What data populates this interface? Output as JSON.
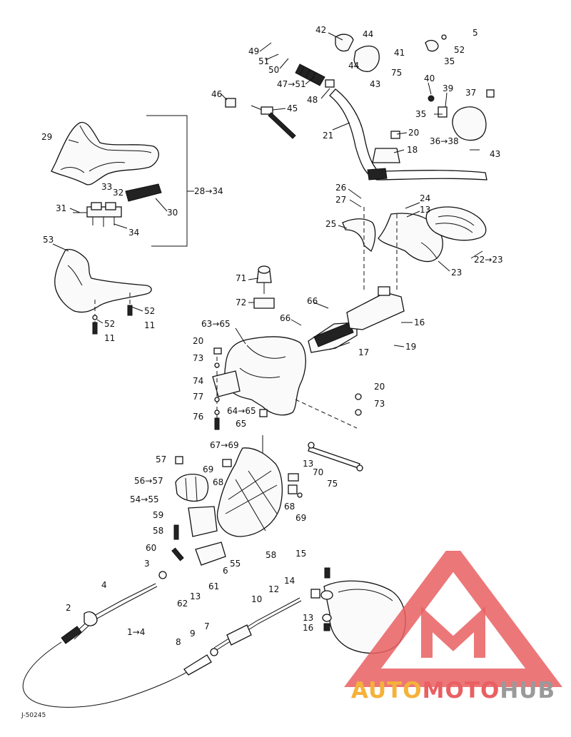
{
  "diagram": {
    "callouts": [
      {
        "id": "c42",
        "text": "42"
      },
      {
        "id": "c44a",
        "text": "44"
      },
      {
        "id": "c5",
        "text": "5"
      },
      {
        "id": "c49",
        "text": "49"
      },
      {
        "id": "c51a",
        "text": "51"
      },
      {
        "id": "c50",
        "text": "50"
      },
      {
        "id": "c41",
        "text": "41"
      },
      {
        "id": "c44b",
        "text": "44"
      },
      {
        "id": "c75a",
        "text": "75"
      },
      {
        "id": "c43a",
        "text": "43"
      },
      {
        "id": "c52a",
        "text": "52"
      },
      {
        "id": "c35a",
        "text": "35"
      },
      {
        "id": "c47",
        "text": "47→51"
      },
      {
        "id": "c48",
        "text": "48"
      },
      {
        "id": "c40",
        "text": "40"
      },
      {
        "id": "c39",
        "text": "39"
      },
      {
        "id": "c37",
        "text": "37"
      },
      {
        "id": "c46",
        "text": "46"
      },
      {
        "id": "c45",
        "text": "45"
      },
      {
        "id": "c35b",
        "text": "35"
      },
      {
        "id": "c36",
        "text": "36→38"
      },
      {
        "id": "c43b",
        "text": "43"
      },
      {
        "id": "c21",
        "text": "21"
      },
      {
        "id": "c20a",
        "text": "20"
      },
      {
        "id": "c18",
        "text": "18"
      },
      {
        "id": "c29",
        "text": "29"
      },
      {
        "id": "c28",
        "text": "28→34"
      },
      {
        "id": "c33",
        "text": "33"
      },
      {
        "id": "c32",
        "text": "32"
      },
      {
        "id": "c31",
        "text": "31"
      },
      {
        "id": "c30",
        "text": "30"
      },
      {
        "id": "c34",
        "text": "34"
      },
      {
        "id": "c26",
        "text": "26"
      },
      {
        "id": "c27",
        "text": "27"
      },
      {
        "id": "c24",
        "text": "24"
      },
      {
        "id": "c13a",
        "text": "13"
      },
      {
        "id": "c25",
        "text": "25"
      },
      {
        "id": "c22",
        "text": "22→23"
      },
      {
        "id": "c23",
        "text": "23"
      },
      {
        "id": "c53",
        "text": "53"
      },
      {
        "id": "c52b",
        "text": "52"
      },
      {
        "id": "c11a",
        "text": "11"
      },
      {
        "id": "c52c",
        "text": "52"
      },
      {
        "id": "c11b",
        "text": "11"
      },
      {
        "id": "c71",
        "text": "71"
      },
      {
        "id": "c72",
        "text": "72"
      },
      {
        "id": "c66a",
        "text": "66"
      },
      {
        "id": "c66b",
        "text": "66"
      },
      {
        "id": "c16a",
        "text": "16"
      },
      {
        "id": "c63",
        "text": "63→65"
      },
      {
        "id": "c17",
        "text": "17"
      },
      {
        "id": "c19",
        "text": "19"
      },
      {
        "id": "c20b",
        "text": "20"
      },
      {
        "id": "c73a",
        "text": "73"
      },
      {
        "id": "c74",
        "text": "74"
      },
      {
        "id": "c77",
        "text": "77"
      },
      {
        "id": "c76",
        "text": "76"
      },
      {
        "id": "c64",
        "text": "64→65"
      },
      {
        "id": "c65",
        "text": "65"
      },
      {
        "id": "c20c",
        "text": "20"
      },
      {
        "id": "c73b",
        "text": "73"
      },
      {
        "id": "c57",
        "text": "57"
      },
      {
        "id": "c67",
        "text": "67→69"
      },
      {
        "id": "c69a",
        "text": "69"
      },
      {
        "id": "c68a",
        "text": "68"
      },
      {
        "id": "c13b",
        "text": "13"
      },
      {
        "id": "c70",
        "text": "70"
      },
      {
        "id": "c75b",
        "text": "75"
      },
      {
        "id": "c56",
        "text": "56→57"
      },
      {
        "id": "c54",
        "text": "54→55"
      },
      {
        "id": "c68b",
        "text": "68"
      },
      {
        "id": "c69b",
        "text": "69"
      },
      {
        "id": "c59",
        "text": "59"
      },
      {
        "id": "c58",
        "text": "58"
      },
      {
        "id": "c60",
        "text": "60"
      },
      {
        "id": "c55",
        "text": "55"
      },
      {
        "id": "c58b",
        "text": "58"
      },
      {
        "id": "c3",
        "text": "3"
      },
      {
        "id": "c6",
        "text": "6"
      },
      {
        "id": "c61",
        "text": "61"
      },
      {
        "id": "c4",
        "text": "4"
      },
      {
        "id": "c13c",
        "text": "13"
      },
      {
        "id": "c62",
        "text": "62"
      },
      {
        "id": "c2",
        "text": "2"
      },
      {
        "id": "c1",
        "text": "1→4"
      },
      {
        "id": "c15",
        "text": "15"
      },
      {
        "id": "c14",
        "text": "14"
      },
      {
        "id": "c12",
        "text": "12"
      },
      {
        "id": "c10",
        "text": "10"
      },
      {
        "id": "c13d",
        "text": "13"
      },
      {
        "id": "c16b",
        "text": "16"
      },
      {
        "id": "c7",
        "text": "7"
      },
      {
        "id": "c9",
        "text": "9"
      },
      {
        "id": "c8",
        "text": "8"
      }
    ],
    "document_code": "J-50245"
  },
  "watermark": {
    "word1": "AUTO",
    "word2": "MOTO",
    "word3": "HUB",
    "colors": {
      "auto": "#f5b23a",
      "moto": "#e95f62",
      "hub": "#9a9a9a",
      "triangle": "#e95f62"
    }
  }
}
